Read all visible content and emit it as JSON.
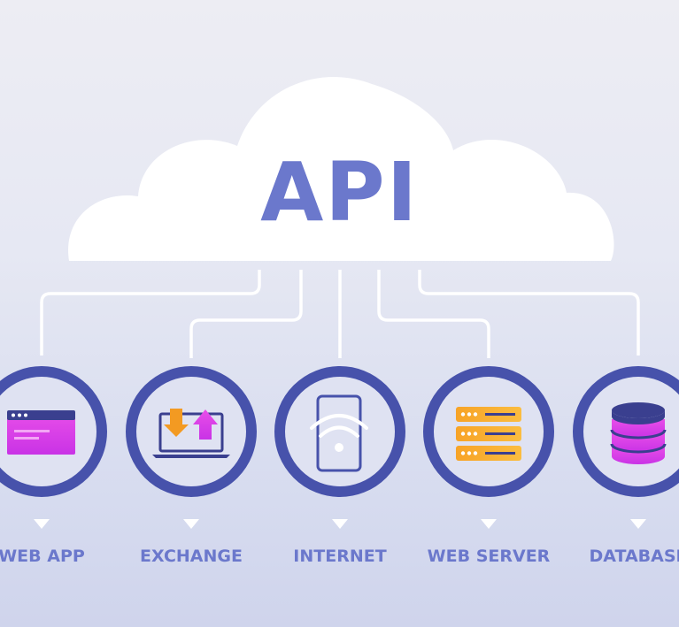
{
  "title": "API",
  "nodes": [
    {
      "label": "WEB APP",
      "icon": "browser-window-icon"
    },
    {
      "label": "EXCHANGE",
      "icon": "laptop-transfer-icon"
    },
    {
      "label": "INTERNET",
      "icon": "phone-wifi-icon"
    },
    {
      "label": "WEB SERVER",
      "icon": "server-rack-icon"
    },
    {
      "label": "DATABASE",
      "icon": "database-icon"
    }
  ],
  "colors": {
    "primary": "#6b78cc",
    "ring": "#4752ab",
    "magenta": "#e040e8",
    "orange": "#f6a62a",
    "cloud": "#ffffff",
    "connector": "#ffffff"
  }
}
